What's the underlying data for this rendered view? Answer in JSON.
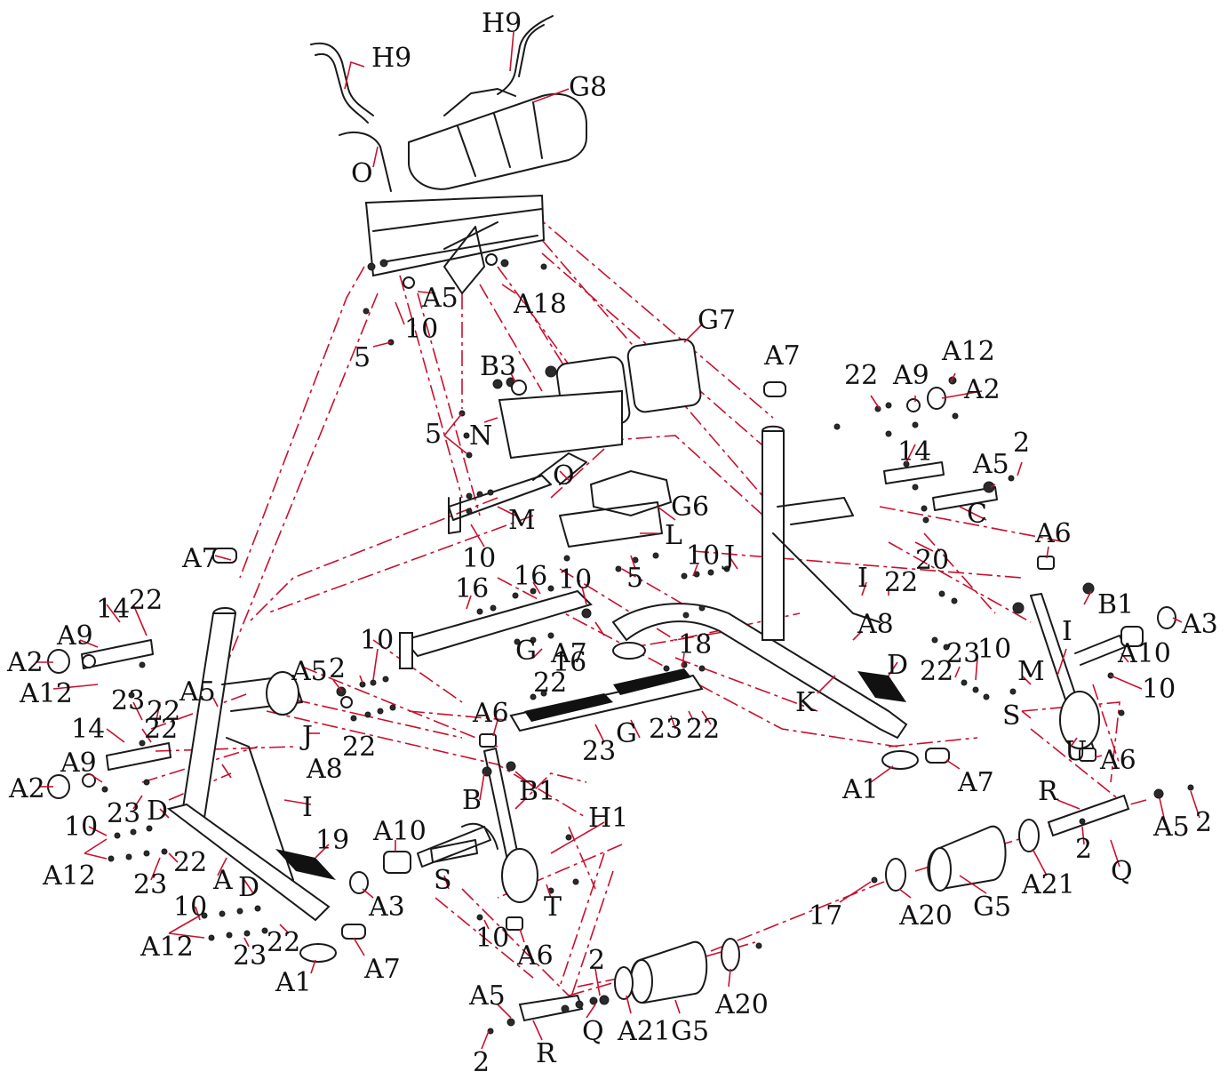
{
  "diagram": {
    "labels": [
      {
        "id": "l1",
        "text": "H9"
      },
      {
        "id": "l2",
        "text": "H9"
      },
      {
        "id": "l3",
        "text": "G8"
      },
      {
        "id": "l4",
        "text": "O"
      },
      {
        "id": "l5",
        "text": "A5"
      },
      {
        "id": "l6",
        "text": "A18"
      },
      {
        "id": "l7",
        "text": "10"
      },
      {
        "id": "l8",
        "text": "5"
      },
      {
        "id": "l9",
        "text": "G7"
      },
      {
        "id": "l10",
        "text": "B3"
      },
      {
        "id": "l11",
        "text": "5"
      },
      {
        "id": "l12",
        "text": "N"
      },
      {
        "id": "l13",
        "text": "A7"
      },
      {
        "id": "l14",
        "text": "A12"
      },
      {
        "id": "l15",
        "text": "22"
      },
      {
        "id": "l16",
        "text": "A9"
      },
      {
        "id": "l17",
        "text": "A2"
      },
      {
        "id": "l18",
        "text": "14"
      },
      {
        "id": "l19",
        "text": "O"
      },
      {
        "id": "l20",
        "text": "A5"
      },
      {
        "id": "l21",
        "text": "2"
      },
      {
        "id": "l22",
        "text": "G6"
      },
      {
        "id": "l23",
        "text": "C"
      },
      {
        "id": "l24",
        "text": "M"
      },
      {
        "id": "l25",
        "text": "L"
      },
      {
        "id": "l26",
        "text": "20"
      },
      {
        "id": "l27",
        "text": "10"
      },
      {
        "id": "l28",
        "text": "5"
      },
      {
        "id": "l29",
        "text": "10"
      },
      {
        "id": "l30",
        "text": "J"
      },
      {
        "id": "l31",
        "text": "A6"
      },
      {
        "id": "l32",
        "text": "A7"
      },
      {
        "id": "l33",
        "text": "16"
      },
      {
        "id": "l34",
        "text": "16"
      },
      {
        "id": "l35",
        "text": "10"
      },
      {
        "id": "l36",
        "text": "I"
      },
      {
        "id": "l37",
        "text": "22"
      },
      {
        "id": "l38",
        "text": "B1"
      },
      {
        "id": "l39",
        "text": "A3"
      },
      {
        "id": "l40",
        "text": "14"
      },
      {
        "id": "l41",
        "text": "22"
      },
      {
        "id": "l42",
        "text": "A9"
      },
      {
        "id": "l43",
        "text": "A2"
      },
      {
        "id": "l44",
        "text": "A12"
      },
      {
        "id": "l45",
        "text": "A5"
      },
      {
        "id": "l46",
        "text": "2"
      },
      {
        "id": "l47",
        "text": "10"
      },
      {
        "id": "l48",
        "text": "A7"
      },
      {
        "id": "l49",
        "text": "G"
      },
      {
        "id": "l50",
        "text": "18"
      },
      {
        "id": "l51",
        "text": "A8"
      },
      {
        "id": "l52",
        "text": "I"
      },
      {
        "id": "l53",
        "text": "23"
      },
      {
        "id": "l54",
        "text": "10"
      },
      {
        "id": "l55",
        "text": "22"
      },
      {
        "id": "l56",
        "text": "A10"
      },
      {
        "id": "l57",
        "text": "M"
      },
      {
        "id": "l58",
        "text": "10"
      },
      {
        "id": "l59",
        "text": "A5"
      },
      {
        "id": "l60",
        "text": "23"
      },
      {
        "id": "l61",
        "text": "22"
      },
      {
        "id": "l62",
        "text": "A6"
      },
      {
        "id": "l63",
        "text": "22"
      },
      {
        "id": "l64",
        "text": "16"
      },
      {
        "id": "l65",
        "text": "K"
      },
      {
        "id": "l66",
        "text": "D"
      },
      {
        "id": "l67",
        "text": "S"
      },
      {
        "id": "l68",
        "text": "14"
      },
      {
        "id": "l69",
        "text": "22"
      },
      {
        "id": "l70",
        "text": "J"
      },
      {
        "id": "l71",
        "text": "23"
      },
      {
        "id": "l72",
        "text": "G"
      },
      {
        "id": "l73",
        "text": "23"
      },
      {
        "id": "l74",
        "text": "22"
      },
      {
        "id": "l75",
        "text": "U"
      },
      {
        "id": "l76",
        "text": "A6"
      },
      {
        "id": "l77",
        "text": "A9"
      },
      {
        "id": "l78",
        "text": "22"
      },
      {
        "id": "l79",
        "text": "A8"
      },
      {
        "id": "l80",
        "text": "B1"
      },
      {
        "id": "l81",
        "text": "A2"
      },
      {
        "id": "l82",
        "text": "B"
      },
      {
        "id": "l83",
        "text": "A1"
      },
      {
        "id": "l84",
        "text": "A7"
      },
      {
        "id": "l85",
        "text": "23"
      },
      {
        "id": "l86",
        "text": "D"
      },
      {
        "id": "l87",
        "text": "I"
      },
      {
        "id": "l88",
        "text": "H1"
      },
      {
        "id": "l89",
        "text": "R"
      },
      {
        "id": "l90",
        "text": "A5"
      },
      {
        "id": "l91",
        "text": "2"
      },
      {
        "id": "l92",
        "text": "10"
      },
      {
        "id": "l93",
        "text": "19"
      },
      {
        "id": "l94",
        "text": "A10"
      },
      {
        "id": "l95",
        "text": "2"
      },
      {
        "id": "l96",
        "text": "A12"
      },
      {
        "id": "l97",
        "text": "22"
      },
      {
        "id": "l98",
        "text": "A21"
      },
      {
        "id": "l99",
        "text": "Q"
      },
      {
        "id": "l100",
        "text": "23"
      },
      {
        "id": "l101",
        "text": "A"
      },
      {
        "id": "l102",
        "text": "D"
      },
      {
        "id": "l103",
        "text": "S"
      },
      {
        "id": "l104",
        "text": "G5"
      },
      {
        "id": "l105",
        "text": "A3"
      },
      {
        "id": "l106",
        "text": "T"
      },
      {
        "id": "l107",
        "text": "17"
      },
      {
        "id": "l108",
        "text": "A20"
      },
      {
        "id": "l109",
        "text": "10"
      },
      {
        "id": "l110",
        "text": "A12"
      },
      {
        "id": "l111",
        "text": "23"
      },
      {
        "id": "l112",
        "text": "22"
      },
      {
        "id": "l113",
        "text": "10"
      },
      {
        "id": "l114",
        "text": "A6"
      },
      {
        "id": "l115",
        "text": "A7"
      },
      {
        "id": "l116",
        "text": "A1"
      },
      {
        "id": "l117",
        "text": "2"
      },
      {
        "id": "l118",
        "text": "A20"
      },
      {
        "id": "l119",
        "text": "A5"
      },
      {
        "id": "l120",
        "text": "Q"
      },
      {
        "id": "l121",
        "text": "A21"
      },
      {
        "id": "l122",
        "text": "G5"
      },
      {
        "id": "l123",
        "text": "R"
      },
      {
        "id": "l124",
        "text": "2"
      }
    ]
  }
}
